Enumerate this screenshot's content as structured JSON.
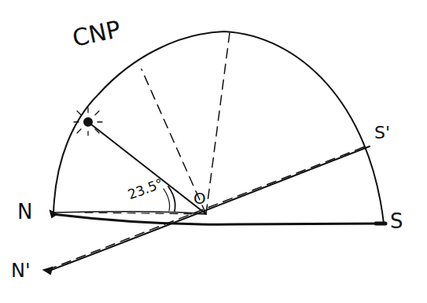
{
  "diagram": {
    "labels": [
      "CNP",
      "N",
      "N'",
      "S",
      "S'",
      "23.5°",
      "O"
    ]
  }
}
